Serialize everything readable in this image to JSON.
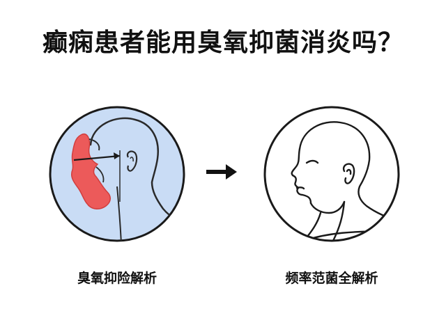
{
  "title": "癫痫患者能用臭氧抑菌消炎吗？",
  "panels": [
    {
      "caption": "臭氧抑险解析"
    },
    {
      "caption": "频率范菌全解析"
    }
  ],
  "colors": {
    "left_circle_fill": "#c9dcf5",
    "highlight_red": "#ec5a5a",
    "outline": "#1a1a1a",
    "right_circle_fill": "#ffffff"
  },
  "icons": [
    "head-profile-highlighted",
    "arrow-right-icon",
    "head-profile-plain"
  ]
}
